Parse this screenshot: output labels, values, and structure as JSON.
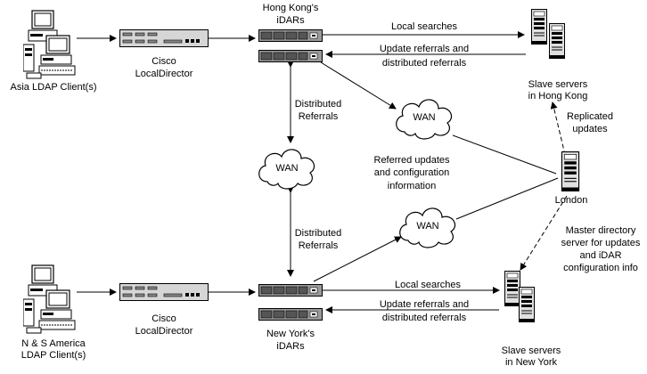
{
  "labels": {
    "asia_client": "Asia LDAP Client(s)",
    "na_client_1": "N & S America",
    "na_client_2": "LDAP Client(s)",
    "cisco_top_1": "Cisco",
    "cisco_top_2": "LocalDirector",
    "cisco_bottom_1": "Cisco",
    "cisco_bottom_2": "LocalDirector",
    "hk_idars_1": "Hong Kong's",
    "hk_idars_2": "iDARs",
    "ny_idars_1": "New York's",
    "ny_idars_2": "iDARs",
    "local_searches_top": "Local searches",
    "update_top_1": "Update referrals and",
    "update_top_2": "distributed referrals",
    "local_searches_bottom": "Local searches",
    "update_bottom_1": "Update referrals and",
    "update_bottom_2": "distributed referrals",
    "slave_hk_1": "Slave servers",
    "slave_hk_2": "in Hong Kong",
    "slave_ny_1": "Slave servers",
    "slave_ny_2": "in New York",
    "dist_ref_top_1": "Distributed",
    "dist_ref_top_2": "Referrals",
    "dist_ref_bottom_1": "Distributed",
    "dist_ref_bottom_2": "Referrals",
    "wan_top": "WAN",
    "wan_middle": "WAN",
    "wan_bottom": "WAN",
    "referred_1": "Referred updates",
    "referred_2": "and configuration",
    "referred_3": "information",
    "replicated_1": "Replicated",
    "replicated_2": "updates",
    "london": "London",
    "master_1": "Master directory",
    "master_2": "server for updates",
    "master_3": "and iDAR",
    "master_4": "configuration info"
  }
}
